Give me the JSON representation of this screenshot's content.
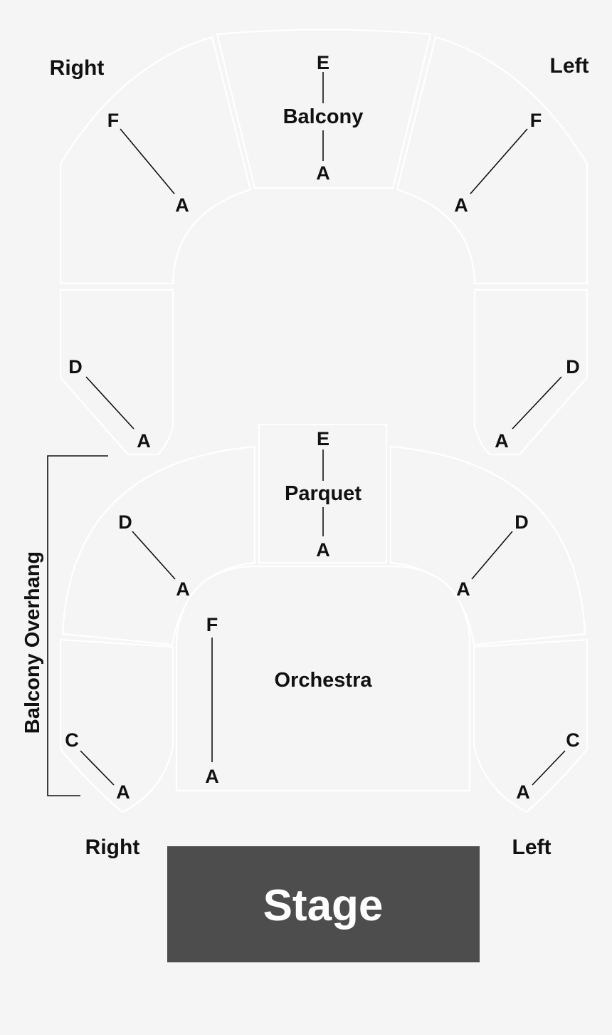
{
  "sections": {
    "balcony": "Balcony",
    "parquet": "Parquet",
    "orchestra": "Orchestra",
    "balcony_overhang": "Balcony Overhang",
    "stage": "Stage"
  },
  "sides": {
    "balcony_right": "Right",
    "balcony_left": "Left",
    "orchestra_right": "Right",
    "orchestra_left": "Left"
  },
  "rows": {
    "balcony_right": {
      "first": "A",
      "last": "F"
    },
    "balcony_center": {
      "first": "A",
      "last": "E"
    },
    "balcony_left": {
      "first": "A",
      "last": "F"
    },
    "balcony_box_right": {
      "first": "A",
      "last": "D"
    },
    "balcony_box_left": {
      "first": "A",
      "last": "D"
    },
    "parquet_right": {
      "first": "A",
      "last": "D"
    },
    "parquet_center": {
      "first": "A",
      "last": "E"
    },
    "parquet_left": {
      "first": "A",
      "last": "D"
    },
    "orchestra_center": {
      "first": "A",
      "last": "F"
    },
    "orchestra_box_right": {
      "first": "A",
      "last": "C"
    },
    "orchestra_box_left": {
      "first": "A",
      "last": "C"
    }
  },
  "colors": {
    "background": "#f5f5f5",
    "section_outline": "#ffffff",
    "text": "#111111",
    "stage": "#4d4d4d",
    "stage_text": "#ffffff"
  }
}
